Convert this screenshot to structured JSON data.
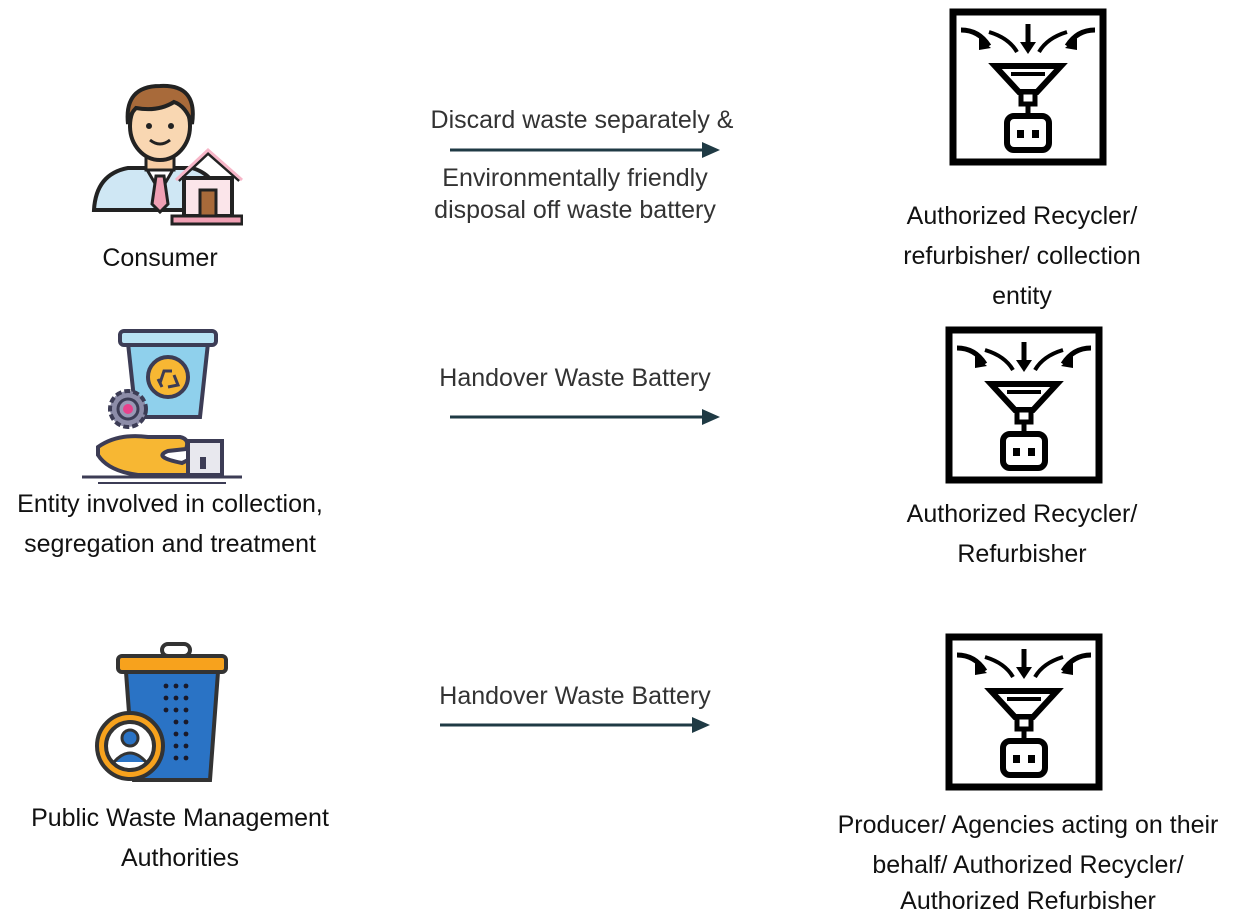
{
  "rows": [
    {
      "source": {
        "label": "Consumer",
        "icon": "consumer-with-house-icon"
      },
      "arrow": {
        "text_top": "Discard waste separately &",
        "text_bottom": [
          "Environmentally friendly",
          "disposal off waste battery"
        ]
      },
      "target": {
        "label": [
          "Authorized Recycler/",
          "refurbisher/ collection",
          "entity"
        ],
        "icon": "recycling-funnel-icon"
      }
    },
    {
      "source": {
        "label": [
          "Entity involved in collection,",
          "segregation and treatment"
        ],
        "icon": "recycle-bin-hand-icon"
      },
      "arrow": {
        "text_top": "Handover Waste Battery"
      },
      "target": {
        "label": [
          "Authorized Recycler/",
          "Refurbisher"
        ],
        "icon": "recycling-funnel-icon"
      }
    },
    {
      "source": {
        "label": [
          "Public Waste Management",
          "Authorities"
        ],
        "icon": "waste-bin-person-icon"
      },
      "arrow": {
        "text_top": "Handover Waste Battery"
      },
      "target": {
        "label": [
          "Producer/ Agencies acting on their",
          "behalf/ Authorized Recycler/",
          "Authorized Refurbisher"
        ],
        "icon": "recycling-funnel-icon"
      }
    }
  ],
  "colors": {
    "arrow": "#1f3a44",
    "icon_line": "#000000"
  }
}
